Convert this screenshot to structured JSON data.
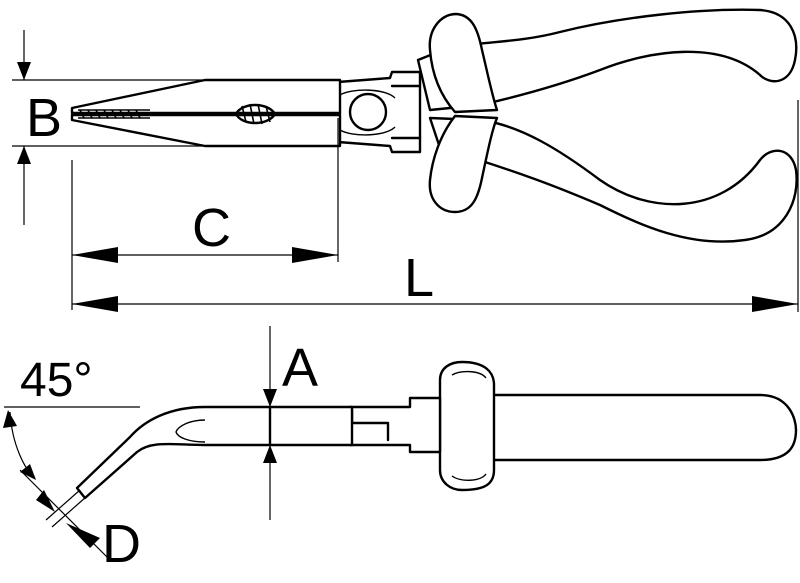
{
  "labels": {
    "b": "B",
    "c": "C",
    "l": "L",
    "a": "A",
    "d": "D",
    "angle": "45°"
  }
}
